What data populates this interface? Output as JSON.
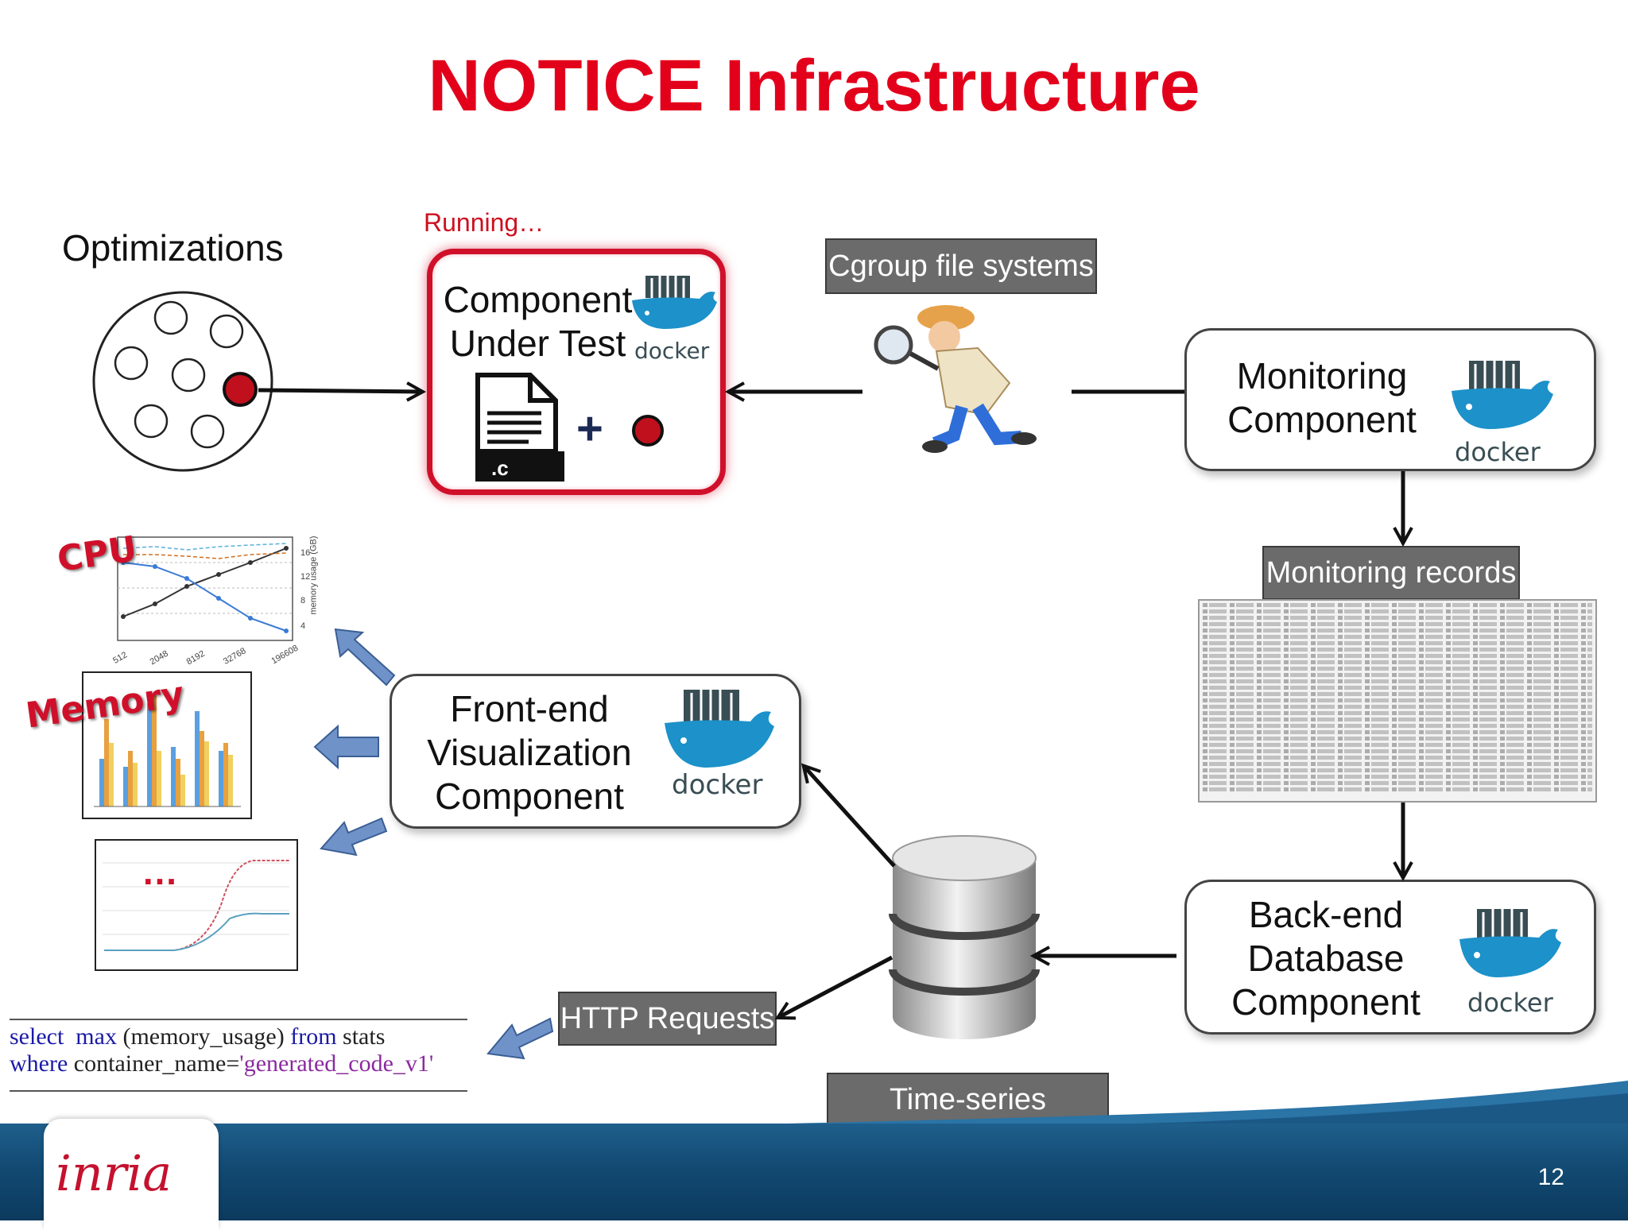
{
  "slide": {
    "title": "NOTICE Infrastructure",
    "page_number": "12"
  },
  "labels": {
    "optimizations": "Optimizations",
    "running": "Running…",
    "plus": "+",
    "file_ext": ".c"
  },
  "boxes": {
    "component_under_test": [
      "Component",
      "Under Test"
    ],
    "monitoring": [
      "Monitoring",
      "Component"
    ],
    "frontend": [
      "Front-end",
      "Visualization",
      "Component"
    ],
    "backend": [
      "Back-end",
      "Database",
      "Component"
    ]
  },
  "docker_label": "docker",
  "tags": {
    "cgroup": "Cgroup file systems",
    "monitoring_records": "Monitoring records",
    "http": "HTTP Requests",
    "timeseries": "Time-series database"
  },
  "charts": {
    "cpu": "CPU",
    "memory": "Memory",
    "more": "…",
    "cpu_x_ticks": [
      "512",
      "2048",
      "8192",
      "32768",
      "196608"
    ],
    "cpu_y_right": [
      "16",
      "12",
      "8",
      "4"
    ],
    "cpu_y_axis_label": "memory usage (GB)"
  },
  "query": {
    "line1": {
      "kw1": "select",
      "kw2": "max",
      "arg": "(memory_usage)",
      "kw3": "from",
      "table": "stats"
    },
    "line2": {
      "kw1": "where",
      "field": "container_name=",
      "value": "'generated_code_v1'"
    }
  },
  "logo": "inria",
  "colors": {
    "title_red": "#e3001b",
    "tag_gray": "#6b6b6b",
    "docker_blue": "#1d91c9",
    "footer_blue": "#124a73"
  },
  "icons": [
    "docker-whale-icon",
    "detective-icon",
    "file-icon",
    "database-icon",
    "arrow-icon"
  ]
}
